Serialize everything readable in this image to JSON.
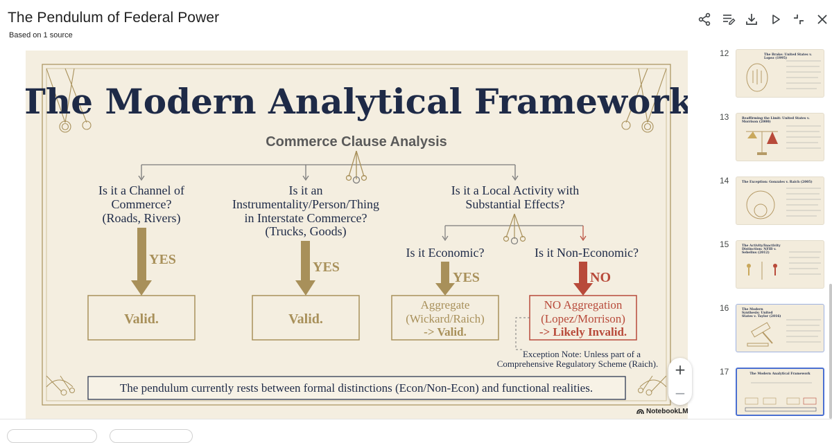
{
  "header": {
    "title": "The Pendulum of Federal Power",
    "subtitle": "Based on 1 source"
  },
  "toolbar": {
    "share_icon": "share-icon",
    "edit_icon": "edit-list-icon",
    "download_icon": "download-icon",
    "play_icon": "play-icon",
    "collapse_icon": "collapse-icon",
    "close_icon": "close-icon"
  },
  "slide": {
    "title": "The Modern Analytical Framework",
    "subtitle": "Commerce Clause Analysis",
    "branch1": {
      "line1": "Is it a Channel of",
      "line2": "Commerce?",
      "line3": "(Roads, Rivers)",
      "answer": "YES",
      "result": "Valid."
    },
    "branch2": {
      "line1": "Is it an",
      "line2": "Instrumentality/Person/Thing",
      "line3": "in Interstate Commerce?",
      "line4": "(Trucks, Goods)",
      "answer": "YES",
      "result": "Valid."
    },
    "branch3": {
      "line1": "Is it a Local Activity with",
      "line2": "Substantial Effects?",
      "econ_question": "Is it Economic?",
      "econ_answer": "YES",
      "econ_result1": "Aggregate",
      "econ_result2": "(Wickard/Raich)",
      "econ_result3": "-> Valid.",
      "nonecon_question": "Is it Non-Economic?",
      "nonecon_answer": "NO",
      "nonecon_result1": "NO Aggregation",
      "nonecon_result2": "(Lopez/Morrison)",
      "nonecon_result3": "-> Likely Invalid.",
      "exception1": "Exception Note: Unless part of a",
      "exception2": "Comprehensive Regulatory Scheme (Raich)."
    },
    "footer": "The pendulum currently rests between formal distinctions (Econ/Non-Econ) and functional realities.",
    "brand": "NotebookLM"
  },
  "zoom": {
    "plus": "+",
    "minus": "−"
  },
  "thumbnails": [
    {
      "num": "12",
      "title": "The Brake: United States v. Lopez (1995)",
      "active": false
    },
    {
      "num": "13",
      "title": "Reaffirming the Limit: United States v. Morrison (2000)",
      "active": false
    },
    {
      "num": "14",
      "title": "The Exception: Gonzales v. Raich (2005)",
      "active": false
    },
    {
      "num": "15",
      "title": "The Activity/Inactivity Distinction: NFIB v. Sebelius (2012)",
      "active": false
    },
    {
      "num": "16",
      "title": "The Modern Synthesis: United States v. Taylor (2016)",
      "active": false
    },
    {
      "num": "17",
      "title": "The Modern Analytical Framework",
      "active": true
    }
  ],
  "colors": {
    "navy": "#1e2a47",
    "gold": "#a8905a",
    "red": "#b84a3a",
    "cream": "#f4eee0",
    "active_border": "#4a6fd1"
  }
}
